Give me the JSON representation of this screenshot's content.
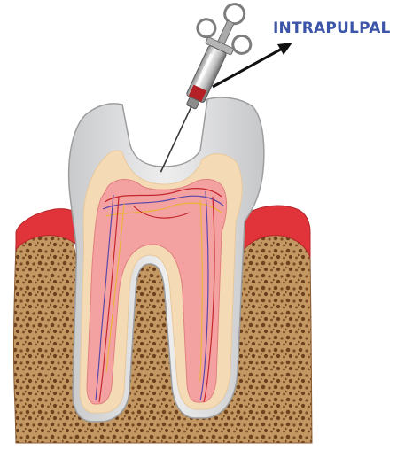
{
  "diagram": {
    "label": "INTRAPULPAL",
    "subject": "molar-tooth-cross-section",
    "instrument": "syringe-needle",
    "colors": {
      "label": "#3d55a8",
      "arrow": "#111111",
      "bone": "#c29660",
      "gum": "#e5363a",
      "enamel": "#d9dadc",
      "dentin": "#f6dcb7",
      "pulp": "#f4a3a2",
      "nerve_red": "#c3272d",
      "nerve_blue": "#5a48a8",
      "nerve_yellow": "#e8b33c"
    }
  }
}
